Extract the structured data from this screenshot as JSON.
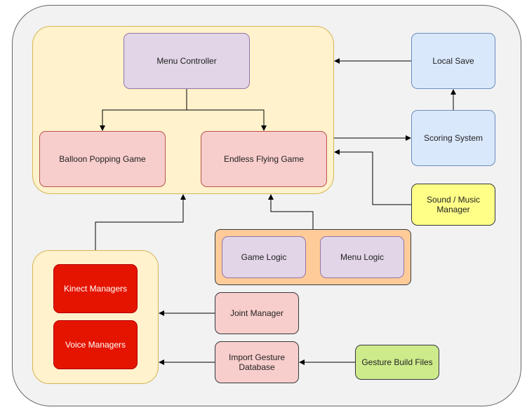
{
  "diagram": {
    "nodes": {
      "menu_controller": "Menu Controller",
      "balloon_popping_game": "Balloon Popping Game",
      "endless_flying_game": "Endless Flying Game",
      "local_save": "Local Save",
      "scoring_system": "Scoring System",
      "sound_music_manager": "Sound / Music Manager",
      "game_logic": "Game Logic",
      "menu_logic": "Menu Logic",
      "kinect_managers": "Kinect Managers",
      "voice_managers": "Voice Managers",
      "joint_manager": "Joint Manager",
      "import_gesture_database": "Import Gesture Database",
      "gesture_build_files": "Gesture Build Files"
    },
    "colors": {
      "outer_bg": "#f2f2f2",
      "games_group": "#fff2cc",
      "logic_group": "#ffcc99",
      "purple": "#e1d5e7",
      "pink": "#f8cecc",
      "blue": "#dae8fc",
      "yellow": "#ffff88",
      "red": "#e51400",
      "green": "#cdeb8b"
    }
  }
}
